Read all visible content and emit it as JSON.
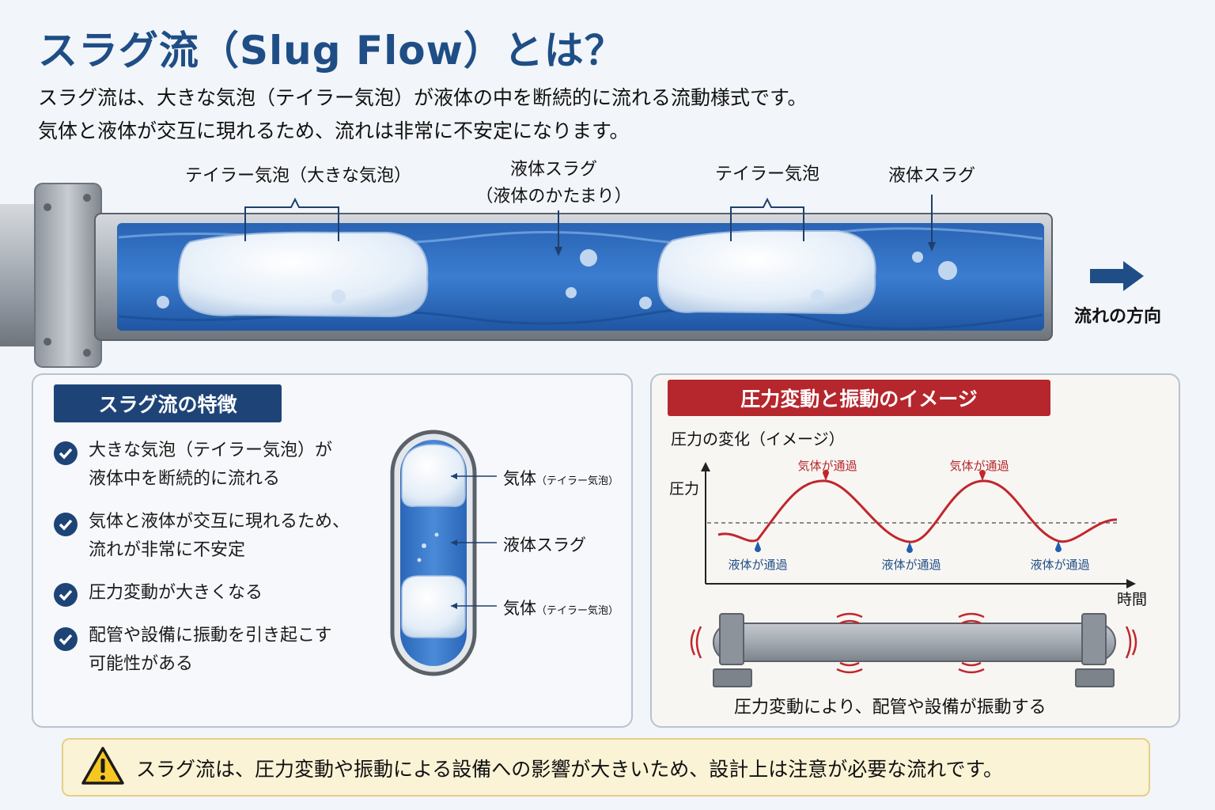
{
  "title": "スラグ流（Slug Flow）とは？",
  "intro": {
    "line1": "スラグ流は、大きな気泡（テイラー気泡）が液体の中を断続的に流れる流動様式です。",
    "line2": "気体と液体が交互に現れるため、流れは非常に不安定になります。"
  },
  "pipe_diagram": {
    "label_taylor1": "テイラー気泡（大きな気泡）",
    "label_slug1_line1": "液体スラグ",
    "label_slug1_line2": "（液体のかたまり）",
    "label_taylor2": "テイラー気泡",
    "label_slug2": "液体スラグ",
    "direction_label": "流れの方向",
    "colors": {
      "liquid": "#2f6fc0",
      "pipe": "#9aa1aa",
      "arrow": "#1f4e86"
    }
  },
  "features": {
    "heading": "スラグ流の特徴",
    "items": [
      {
        "line1": "大きな気泡（テイラー気泡）が",
        "line2": "液体中を断続的に流れる"
      },
      {
        "line1": "気体と液体が交互に現れるため、",
        "line2": "流れが非常に不安定"
      },
      {
        "line1": "圧力変動が大きくなる",
        "line2": ""
      },
      {
        "line1": "配管や設備に振動を引き起こす",
        "line2": "可能性がある"
      }
    ],
    "capsule": {
      "gas_label": "気体",
      "gas_note": "（テイラー気泡）",
      "liquid_label": "液体スラグ",
      "gas2_label": "気体",
      "gas2_note": "（テイラー気泡）"
    }
  },
  "pressure": {
    "heading": "圧力変動と振動のイメージ",
    "chart_title": "圧力の変化（イメージ）",
    "y_label": "圧力",
    "x_label": "時間",
    "peak_label": "気体が通過",
    "trough_label": "液体が通過",
    "vibration_caption": "圧力変動により、配管や設備が振動する",
    "colors": {
      "line": "#c0272d",
      "trough_marker": "#1f5fb0"
    }
  },
  "warning": {
    "text": "スラグ流は、圧力変動や振動による設備への影響が大きいため、設計上は注意が必要な流れです。",
    "icon": "warning-triangle-icon"
  }
}
